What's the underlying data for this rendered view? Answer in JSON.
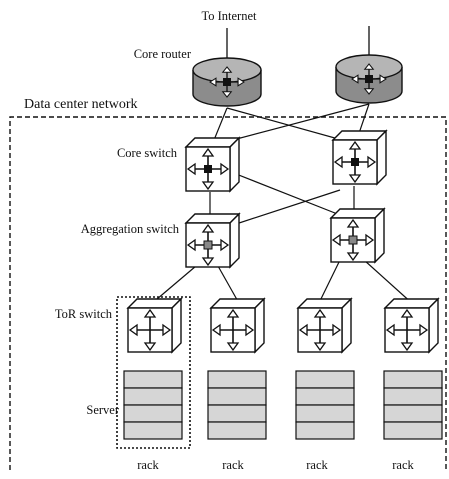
{
  "diagram": {
    "labels": {
      "to_internet": "To Internet",
      "core_router": "Core router",
      "dc_network": "Data center network",
      "core_switch": "Core switch",
      "aggregation_switch": "Aggregation switch",
      "tor_switch": "ToR switch",
      "server": "Server"
    },
    "racks": [
      {
        "label": "rack",
        "highlighted": true
      },
      {
        "label": "rack",
        "highlighted": false
      },
      {
        "label": "rack",
        "highlighted": false
      },
      {
        "label": "rack",
        "highlighted": false
      }
    ],
    "colors": {
      "router_fill": "#8c8c8c",
      "router_top": "#b5b5b5",
      "switch_fill": "#ffffff",
      "server_fill": "#d6d6d6",
      "line": "#111111"
    },
    "icons": [
      "cylinder-router-icon",
      "cube-switch-icon",
      "four-way-arrow-icon",
      "server-stack-icon"
    ]
  }
}
